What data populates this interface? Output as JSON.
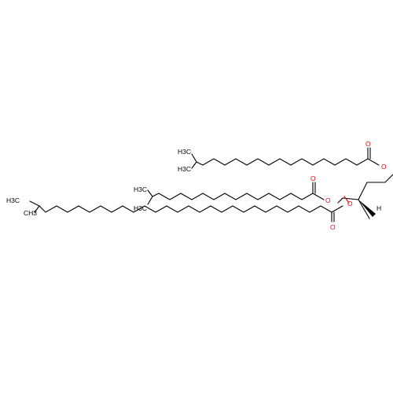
{
  "labels": {
    "o_ester_top": "O",
    "o_carbonyl_top": "O",
    "o_ester_mid": "O",
    "o_carbonyl_mid": "O",
    "o_ester_bottom": "O",
    "o_carbonyl_bottom": "O",
    "h_stereo": "H",
    "methyl_top_a": "H3C",
    "methyl_top_b": "H3C",
    "methyl_mid_a": "H3C",
    "methyl_mid_b": "H3C",
    "ethyl_bottom": "H3C",
    "methyl_bottom": "CH3"
  },
  "colors": {
    "bond": "#000000",
    "oxygen": "#e8000c",
    "background": "#ffffff"
  }
}
